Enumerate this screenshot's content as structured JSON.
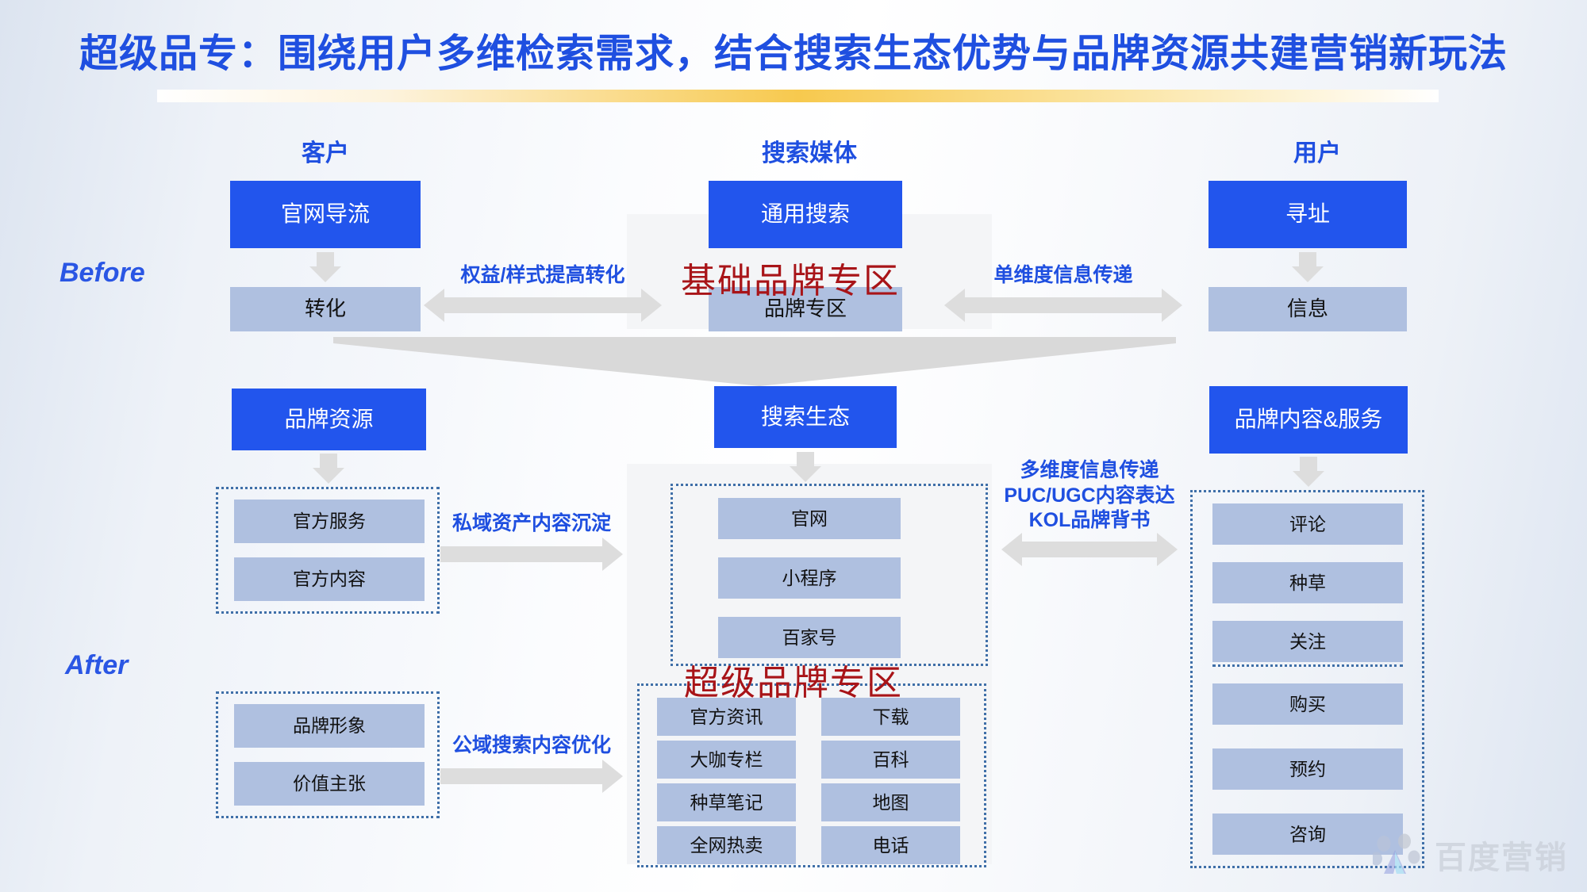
{
  "slide": {
    "title": "超级品专：围绕用户多维检索需求，结合搜索生态优势与品牌资源共建营销新玩法",
    "accent_blue": "#2255ED",
    "accent_lightblue": "#AFC0E0",
    "accent_red": "#A81418",
    "title_color": "#1F4FE0"
  },
  "columns": {
    "customer": "客户",
    "media": "搜索媒体",
    "user": "用户"
  },
  "stages": {
    "before": "Before",
    "after": "After"
  },
  "before": {
    "customer": {
      "top": "官网导流",
      "bottom": "转化"
    },
    "media": {
      "top": "通用搜索",
      "bottom": "品牌专区"
    },
    "user": {
      "top": "寻址",
      "bottom": "信息"
    },
    "left_arrow_label": "权益/样式提高转化",
    "right_arrow_label": "单维度信息传递",
    "red_note": "基础品牌专区"
  },
  "after": {
    "brand_resource": {
      "header": "品牌资源",
      "items": [
        "官方服务",
        "官方内容"
      ]
    },
    "brand_image": {
      "items": [
        "品牌形象",
        "价值主张"
      ]
    },
    "search_eco": {
      "header": "搜索生态",
      "items": [
        "官网",
        "小程序",
        "百家号"
      ]
    },
    "super_zone": {
      "left_items": [
        "官方资讯",
        "大咖专栏",
        "种草笔记",
        "全网热卖"
      ],
      "right_items": [
        "下载",
        "百科",
        "地图",
        "电话"
      ]
    },
    "brand_content": {
      "header": "品牌内容&服务",
      "group_a": [
        "评论",
        "种草",
        "关注"
      ],
      "group_b": [
        "购买",
        "预约",
        "咨询"
      ]
    },
    "left_arrow_top_label": "私域资产内容沉淀",
    "left_arrow_bottom_label": "公域搜索内容优化",
    "right_arrow_label_lines": [
      "多维度信息传递",
      "PUC/UGC内容表达",
      "KOL品牌背书"
    ],
    "red_note": "超级品牌专区"
  },
  "watermark": {
    "text": "百度营销",
    "icon": "baidu-paw-icon"
  }
}
